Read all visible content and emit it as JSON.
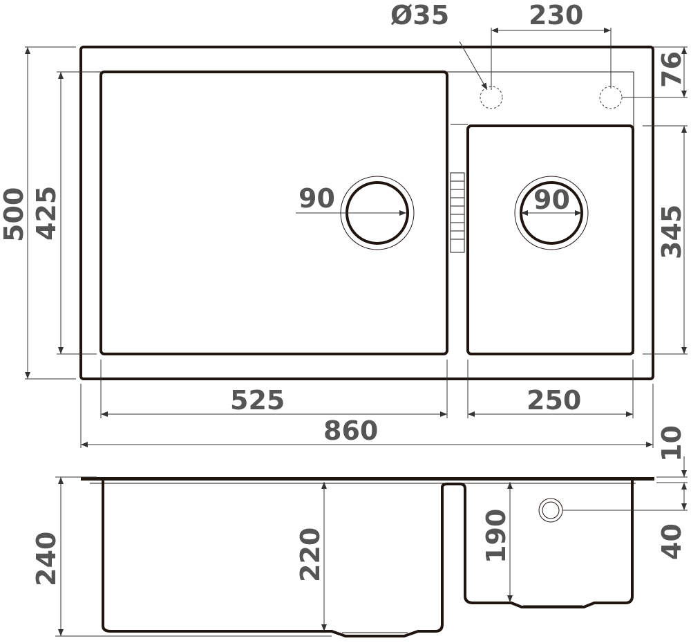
{
  "title": "Sink dimension drawing",
  "colors": {
    "outline": "#1e1410",
    "label": "#555555"
  },
  "dimensions": {
    "tap_hole_diameter": "Ø35",
    "tap_hole_spacing": "230",
    "tap_hole_offset": "76",
    "total_depth": "500",
    "main_bowl_depth": "425",
    "main_drain": "90",
    "small_drain": "90",
    "small_bowl_depth": "345",
    "main_bowl_width": "525",
    "small_bowl_width": "250",
    "total_width": "860",
    "rim_thickness": "10",
    "main_bowl_height_total": "240",
    "main_bowl_height": "220",
    "small_bowl_height": "190",
    "overflow_offset": "40"
  }
}
